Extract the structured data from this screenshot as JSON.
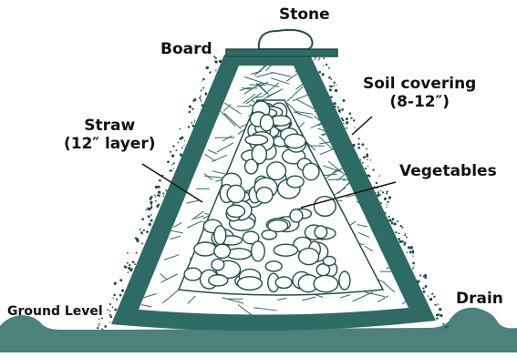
{
  "labels": {
    "stone": "Stone",
    "board": "Board",
    "soil_line1": "Soil covering",
    "soil_line2": "(8-12″)",
    "straw_line1": "Straw",
    "straw_line2": "(12″ layer)",
    "vegetables": "Vegetables",
    "ground_level": "Ground Level",
    "drain": "Drain"
  },
  "colors": {
    "soil": "#2e6b64",
    "soil_dark": "#1f4f4a",
    "straw_line": "#2e6b64",
    "vegetable_fill": "#ffffff",
    "outline": "#1f4f4a",
    "text": "#111111"
  }
}
